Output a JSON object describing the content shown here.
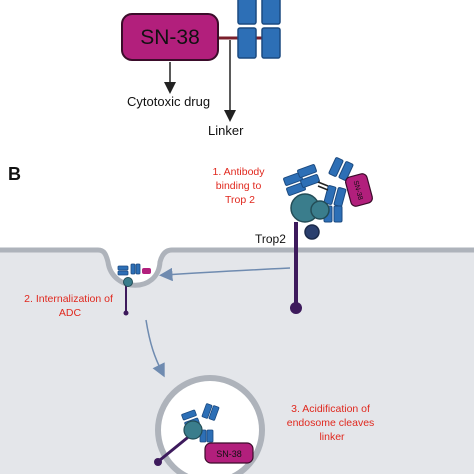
{
  "panel_a": {
    "drug_box": "SN-38",
    "drug_label": "Cytotoxic drug",
    "linker_label": "Linker"
  },
  "panel_b": {
    "panel_letter": "B",
    "step1": [
      "1. Antibody",
      "binding to",
      "Trop 2"
    ],
    "receptor_label": "Trop2",
    "payload_chip": "SN-38",
    "step2": [
      "2. Internalization of",
      "ADC"
    ],
    "step3": [
      "3. Acidification of",
      "endosome cleaves",
      "linker"
    ],
    "released_drug": "SN-38"
  },
  "colors": {
    "drug_magenta": "#b21f7c",
    "antibody_blue": "#2d6fb6",
    "receptor_purple": "#3d1a5c",
    "receptor_teal": "#3a7d8c",
    "cell_gray": "#e4e6ea",
    "membrane": "#aeb3bb",
    "step_text_red": "#e0281e",
    "arrow_blue": "#6f8bb0"
  }
}
